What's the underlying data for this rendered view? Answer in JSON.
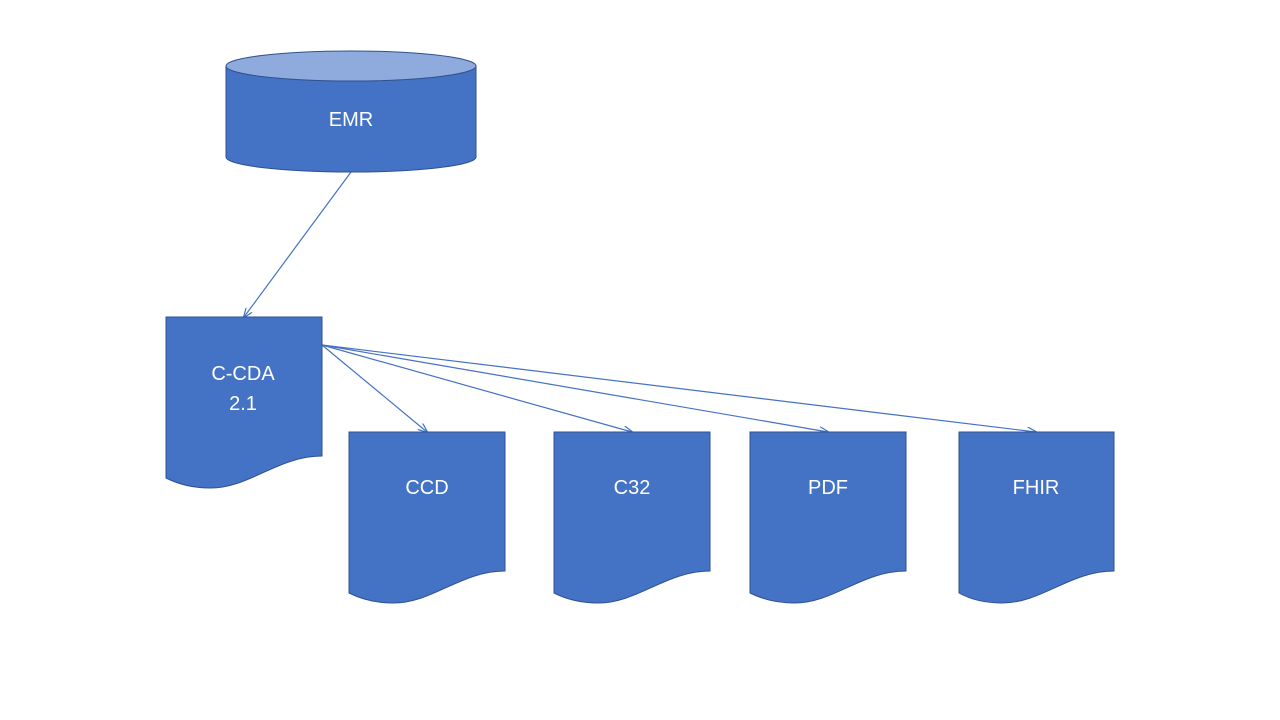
{
  "colors": {
    "shape_fill": "#4472c4",
    "shape_stroke": "#2f528f",
    "cylinder_top": "#8faadc",
    "connector": "#4472c4",
    "label_text": "#ffffff",
    "background": "#ffffff"
  },
  "nodes": {
    "emr": {
      "label": "EMR",
      "shape": "cylinder"
    },
    "ccda": {
      "label_line1": "C-CDA",
      "label_line2": "2.1",
      "shape": "document"
    },
    "ccd": {
      "label": "CCD",
      "shape": "document"
    },
    "c32": {
      "label": "C32",
      "shape": "document"
    },
    "pdf": {
      "label": "PDF",
      "shape": "document"
    },
    "fhir": {
      "label": "FHIR",
      "shape": "document"
    }
  },
  "edges": [
    {
      "from": "EMR",
      "to": "C-CDA 2.1"
    },
    {
      "from": "C-CDA 2.1",
      "to": "CCD"
    },
    {
      "from": "C-CDA 2.1",
      "to": "C32"
    },
    {
      "from": "C-CDA 2.1",
      "to": "PDF"
    },
    {
      "from": "C-CDA 2.1",
      "to": "FHIR"
    }
  ]
}
